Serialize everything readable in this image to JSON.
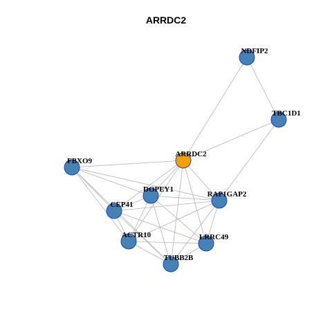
{
  "title": "ARRDC2",
  "colors": {
    "hub": "#f5a000",
    "node": "#4682b4",
    "node_border": "#1f3fbf",
    "edge": "#b3b3b3"
  },
  "nodes": [
    {
      "id": "ARRDC2",
      "hub": true
    },
    {
      "id": "NDFIP2",
      "hub": false
    },
    {
      "id": "TBC1D1",
      "hub": false
    },
    {
      "id": "FBXO9",
      "hub": false
    },
    {
      "id": "DOPEY1",
      "hub": false
    },
    {
      "id": "RAP1GAP2",
      "hub": false
    },
    {
      "id": "CEP41",
      "hub": false
    },
    {
      "id": "ACTR10",
      "hub": false
    },
    {
      "id": "LRRC49",
      "hub": false
    },
    {
      "id": "TUBB2B",
      "hub": false
    }
  ],
  "edges": [
    [
      "ARRDC2",
      "NDFIP2"
    ],
    [
      "NDFIP2",
      "TBC1D1"
    ],
    [
      "ARRDC2",
      "TBC1D1"
    ],
    [
      "TBC1D1",
      "RAP1GAP2"
    ],
    [
      "ARRDC2",
      "FBXO9"
    ],
    [
      "ARRDC2",
      "DOPEY1"
    ],
    [
      "ARRDC2",
      "RAP1GAP2"
    ],
    [
      "ARRDC2",
      "CEP41"
    ],
    [
      "ARRDC2",
      "ACTR10"
    ],
    [
      "ARRDC2",
      "LRRC49"
    ],
    [
      "ARRDC2",
      "TUBB2B"
    ],
    [
      "FBXO9",
      "DOPEY1"
    ],
    [
      "FBXO9",
      "RAP1GAP2"
    ],
    [
      "FBXO9",
      "CEP41"
    ],
    [
      "FBXO9",
      "ACTR10"
    ],
    [
      "FBXO9",
      "TUBB2B"
    ],
    [
      "DOPEY1",
      "RAP1GAP2"
    ],
    [
      "DOPEY1",
      "CEP41"
    ],
    [
      "DOPEY1",
      "ACTR10"
    ],
    [
      "DOPEY1",
      "LRRC49"
    ],
    [
      "DOPEY1",
      "TUBB2B"
    ],
    [
      "RAP1GAP2",
      "CEP41"
    ],
    [
      "RAP1GAP2",
      "ACTR10"
    ],
    [
      "RAP1GAP2",
      "LRRC49"
    ],
    [
      "RAP1GAP2",
      "TUBB2B"
    ],
    [
      "CEP41",
      "ACTR10"
    ],
    [
      "CEP41",
      "LRRC49"
    ],
    [
      "CEP41",
      "TUBB2B"
    ],
    [
      "ACTR10",
      "LRRC49"
    ],
    [
      "ACTR10",
      "TUBB2B"
    ],
    [
      "LRRC49",
      "TUBB2B"
    ]
  ]
}
